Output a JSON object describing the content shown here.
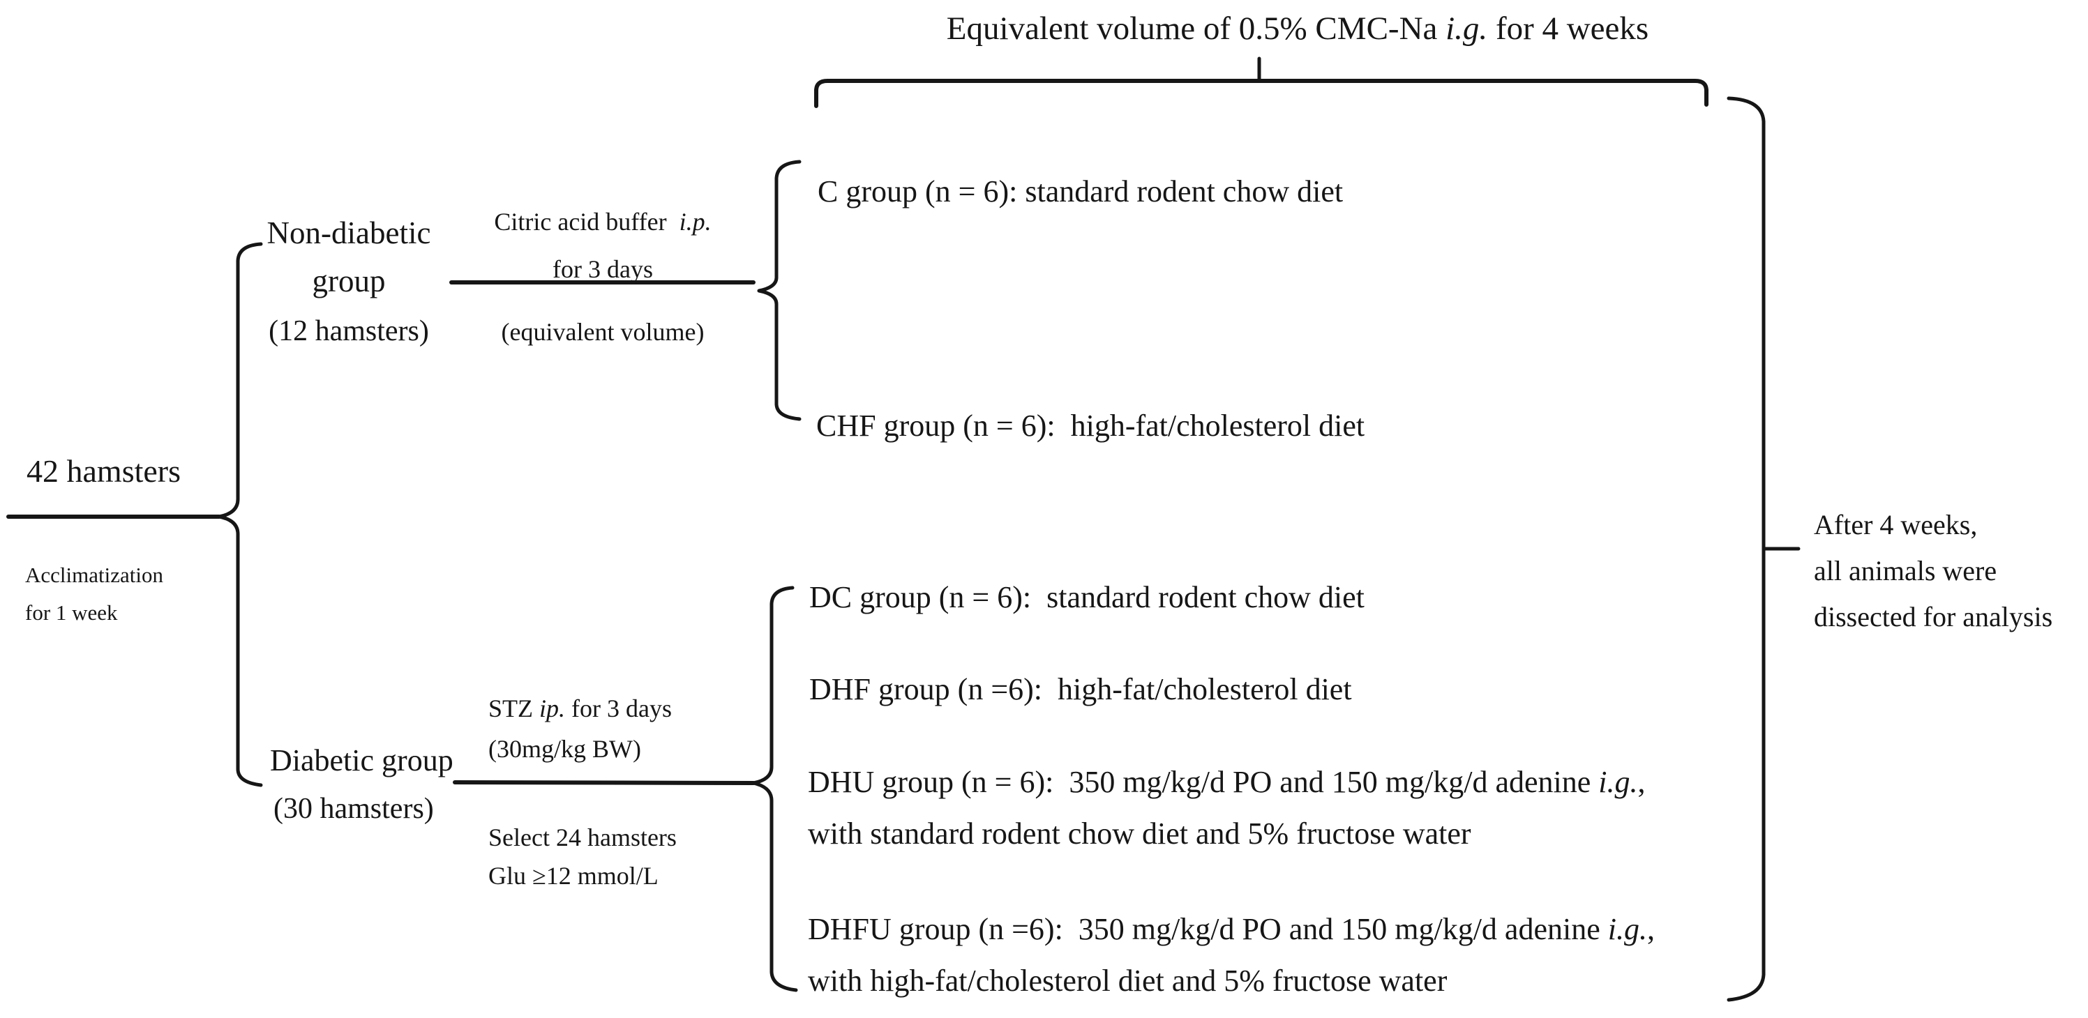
{
  "page": {
    "background": "#ffffff",
    "ink": "#161616"
  },
  "title": {
    "pre": "Equivalent volume of 0.5% CMC-Na ",
    "em": "i.g.",
    "post": " for 4 weeks"
  },
  "start": {
    "label": "42 hamsters",
    "note1": "Acclimatization",
    "note2": "for 1 week"
  },
  "non_diabetic": {
    "name1": "Non-diabetic",
    "name2": "group",
    "count": "(12 hamsters)"
  },
  "diabetic": {
    "name": "Diabetic group",
    "count": "(30 hamsters)"
  },
  "citric": {
    "line1_pre": "Citric acid buffer  ",
    "line1_em": "i.p.",
    "line2": "for 3 days",
    "below": "(equivalent volume)"
  },
  "stz": {
    "line1_pre": "STZ ",
    "line1_em": "ip.",
    "line1_post": " for 3 days",
    "line2": "(30mg/kg BW)",
    "select1": "Select 24 hamsters",
    "select2": "Glu ≥12 mmol/L"
  },
  "groups": {
    "c": {
      "text": "C group (n = 6): standard rodent chow diet"
    },
    "chf": {
      "text": "CHF group (n = 6):  high-fat/cholesterol diet"
    },
    "dc": {
      "text": "DC group (n = 6):  standard rodent chow diet"
    },
    "dhf": {
      "text": "DHF group (n =6):  high-fat/cholesterol diet"
    },
    "dhu": {
      "line1_pre": "DHU group (n = 6):  350 mg/kg/d PO and 150 mg/kg/d adenine ",
      "line1_em": "i.g.",
      "line1_post": ",",
      "line2": "with standard rodent chow diet and 5% fructose water"
    },
    "dhfu": {
      "line1_pre": "DHFU group (n =6):  350 mg/kg/d PO and 150 mg/kg/d adenine ",
      "line1_em": "i.g.",
      "line1_post": ",",
      "line2": "with high-fat/cholesterol diet and 5% fructose water"
    }
  },
  "outcome": {
    "line1": "After 4 weeks,",
    "line2": "all animals were",
    "line3": "dissected for analysis"
  }
}
